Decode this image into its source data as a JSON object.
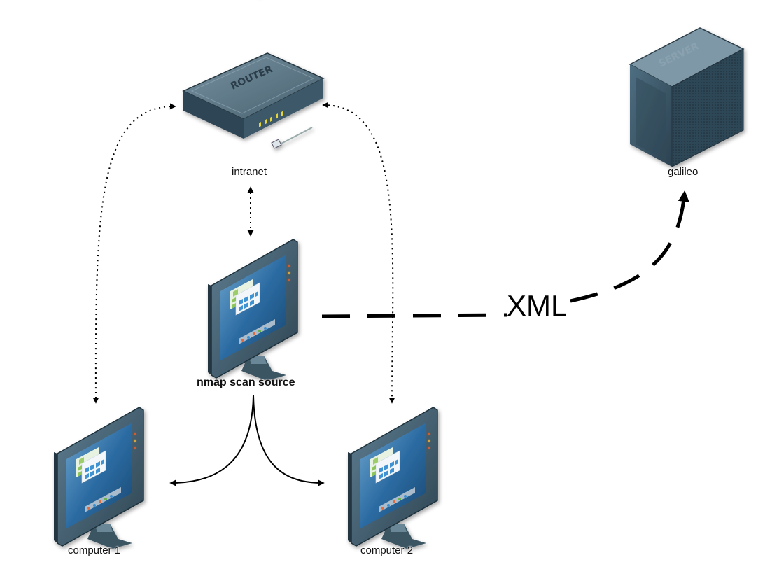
{
  "diagram": {
    "nodes": {
      "router": {
        "label": "intranet",
        "icon": "router-icon",
        "brand_text": "ROUTER"
      },
      "server": {
        "label": "galileo",
        "icon": "server-icon",
        "brand_text": "SERVER"
      },
      "scan_source": {
        "label": "nmap scan source",
        "icon": "monitor-icon"
      },
      "computer1": {
        "label": "computer 1",
        "icon": "monitor-icon"
      },
      "computer2": {
        "label": "computer 2",
        "icon": "monitor-icon"
      }
    },
    "edges": {
      "xml": {
        "label": "XML",
        "from": "nmap scan source",
        "to": "galileo",
        "style": "dashed"
      },
      "router_source": {
        "from": "intranet",
        "to": "nmap scan source",
        "style": "dotted"
      },
      "router_c1": {
        "from": "intranet",
        "to": "computer 1",
        "style": "dotted"
      },
      "router_c2": {
        "from": "intranet",
        "to": "computer 2",
        "style": "dotted"
      },
      "source_c1": {
        "from": "nmap scan source",
        "to": "computer 1",
        "style": "solid"
      },
      "source_c2": {
        "from": "nmap scan source",
        "to": "computer 2",
        "style": "solid"
      }
    },
    "colors": {
      "device_body": "#3d5868",
      "device_dark": "#243743",
      "screen_blue": "#1f5c91",
      "line": "#000000"
    }
  }
}
